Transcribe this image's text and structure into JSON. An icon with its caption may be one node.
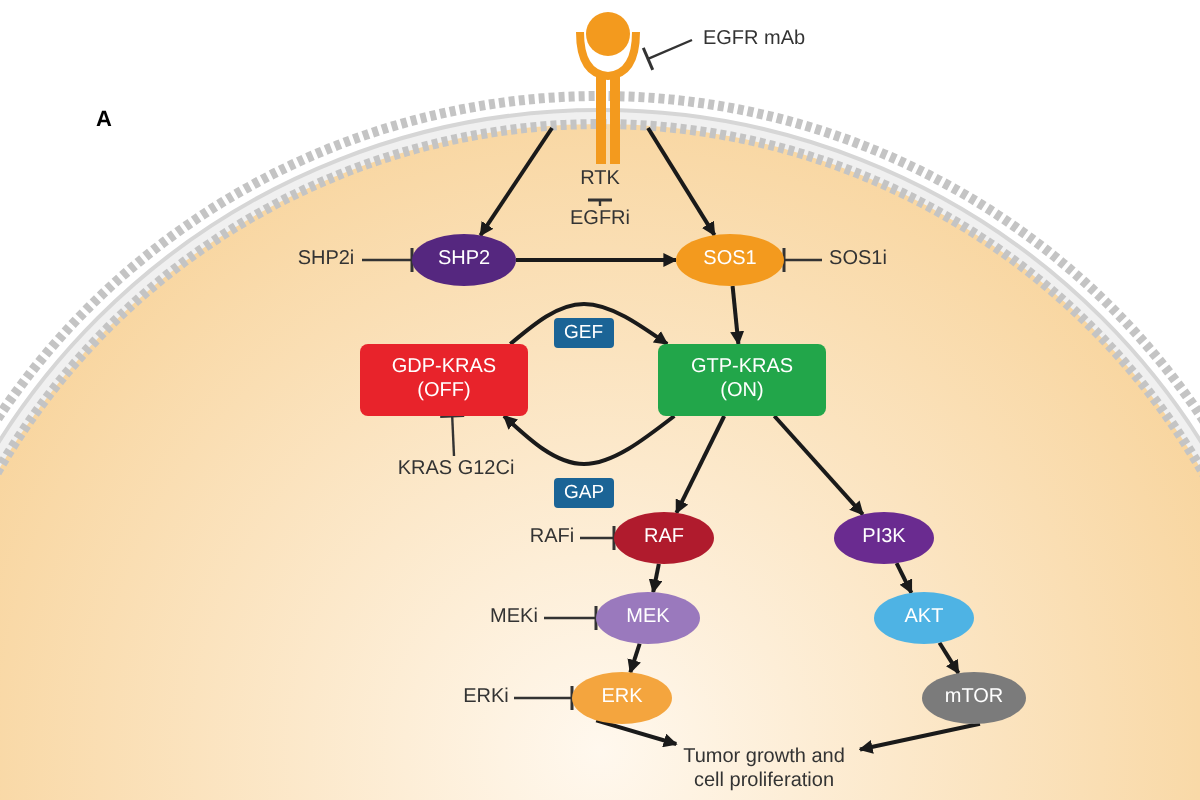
{
  "diagram": {
    "nodes": [
      {
        "text": [],
        "shape": "picture",
        "beside": [
          "RTK"
        ]
      },
      {
        "text": [
          "EGFR mAb"
        ]
      },
      {
        "text": [
          "EGFRi"
        ]
      },
      {
        "text": [
          "SHP2"
        ]
      },
      {
        "text": [
          "SHP2i"
        ]
      },
      {
        "text": [
          "SOS1"
        ]
      },
      {
        "text": [
          "SOS1i"
        ]
      },
      {
        "text": [
          "GDP-KRAS (OFF)"
        ]
      },
      {
        "text": [
          "GTP-KRAS (ON)"
        ]
      },
      {
        "text": [
          "KRAS G12Ci"
        ]
      },
      {
        "text": [
          "RAF"
        ]
      },
      {
        "text": [
          "RAFi"
        ]
      },
      {
        "text": [
          "PI3K"
        ]
      },
      {
        "text": [
          "MEK"
        ]
      },
      {
        "text": [
          "MEKi"
        ]
      },
      {
        "text": [
          "AKT"
        ]
      },
      {
        "text": [
          "ERK"
        ]
      },
      {
        "text": [
          "ERKi"
        ]
      },
      {
        "text": [
          "mTOR"
        ]
      },
      {
        "text": [
          "Tumor growth and cell proliferation"
        ]
      }
    ],
    "edges": [
      {
        "from": 0,
        "to": 3,
        "arrow": "to"
      },
      {
        "from": 0,
        "to": 5,
        "arrow": "to"
      },
      {
        "from": 1,
        "to": 0,
        "arrow": "other"
      },
      {
        "from": 2,
        "to": 0,
        "arrow": "other"
      },
      {
        "from": 3,
        "to": 5,
        "arrow": "to"
      },
      {
        "from": 4,
        "to": 3,
        "arrow": "other"
      },
      {
        "from": 6,
        "to": 5,
        "arrow": "other"
      },
      {
        "from": 5,
        "to": 8,
        "arrow": "to"
      },
      {
        "from": 7,
        "to": 8,
        "arrow": "to",
        "label": "GEF"
      },
      {
        "from": 8,
        "to": 7,
        "arrow": "to",
        "label": "GAP"
      },
      {
        "from": 9,
        "to": 7,
        "arrow": "other"
      },
      {
        "from": 8,
        "to": 10,
        "arrow": "to"
      },
      {
        "from": 8,
        "to": 12,
        "arrow": "to"
      },
      {
        "from": 11,
        "to": 10,
        "arrow": "other"
      },
      {
        "from": 10,
        "to": 13,
        "arrow": "to"
      },
      {
        "from": 14,
        "to": 13,
        "arrow": "other"
      },
      {
        "from": 13,
        "to": 16,
        "arrow": "to"
      },
      {
        "from": 17,
        "to": 16,
        "arrow": "other"
      },
      {
        "from": 12,
        "to": 15,
        "arrow": "to"
      },
      {
        "from": 15,
        "to": 18,
        "arrow": "to"
      },
      {
        "from": 16,
        "to": 19,
        "arrow": "to"
      },
      {
        "from": 18,
        "to": 19,
        "arrow": "to"
      }
    ],
    "labels": [
      "A"
    ]
  }
}
